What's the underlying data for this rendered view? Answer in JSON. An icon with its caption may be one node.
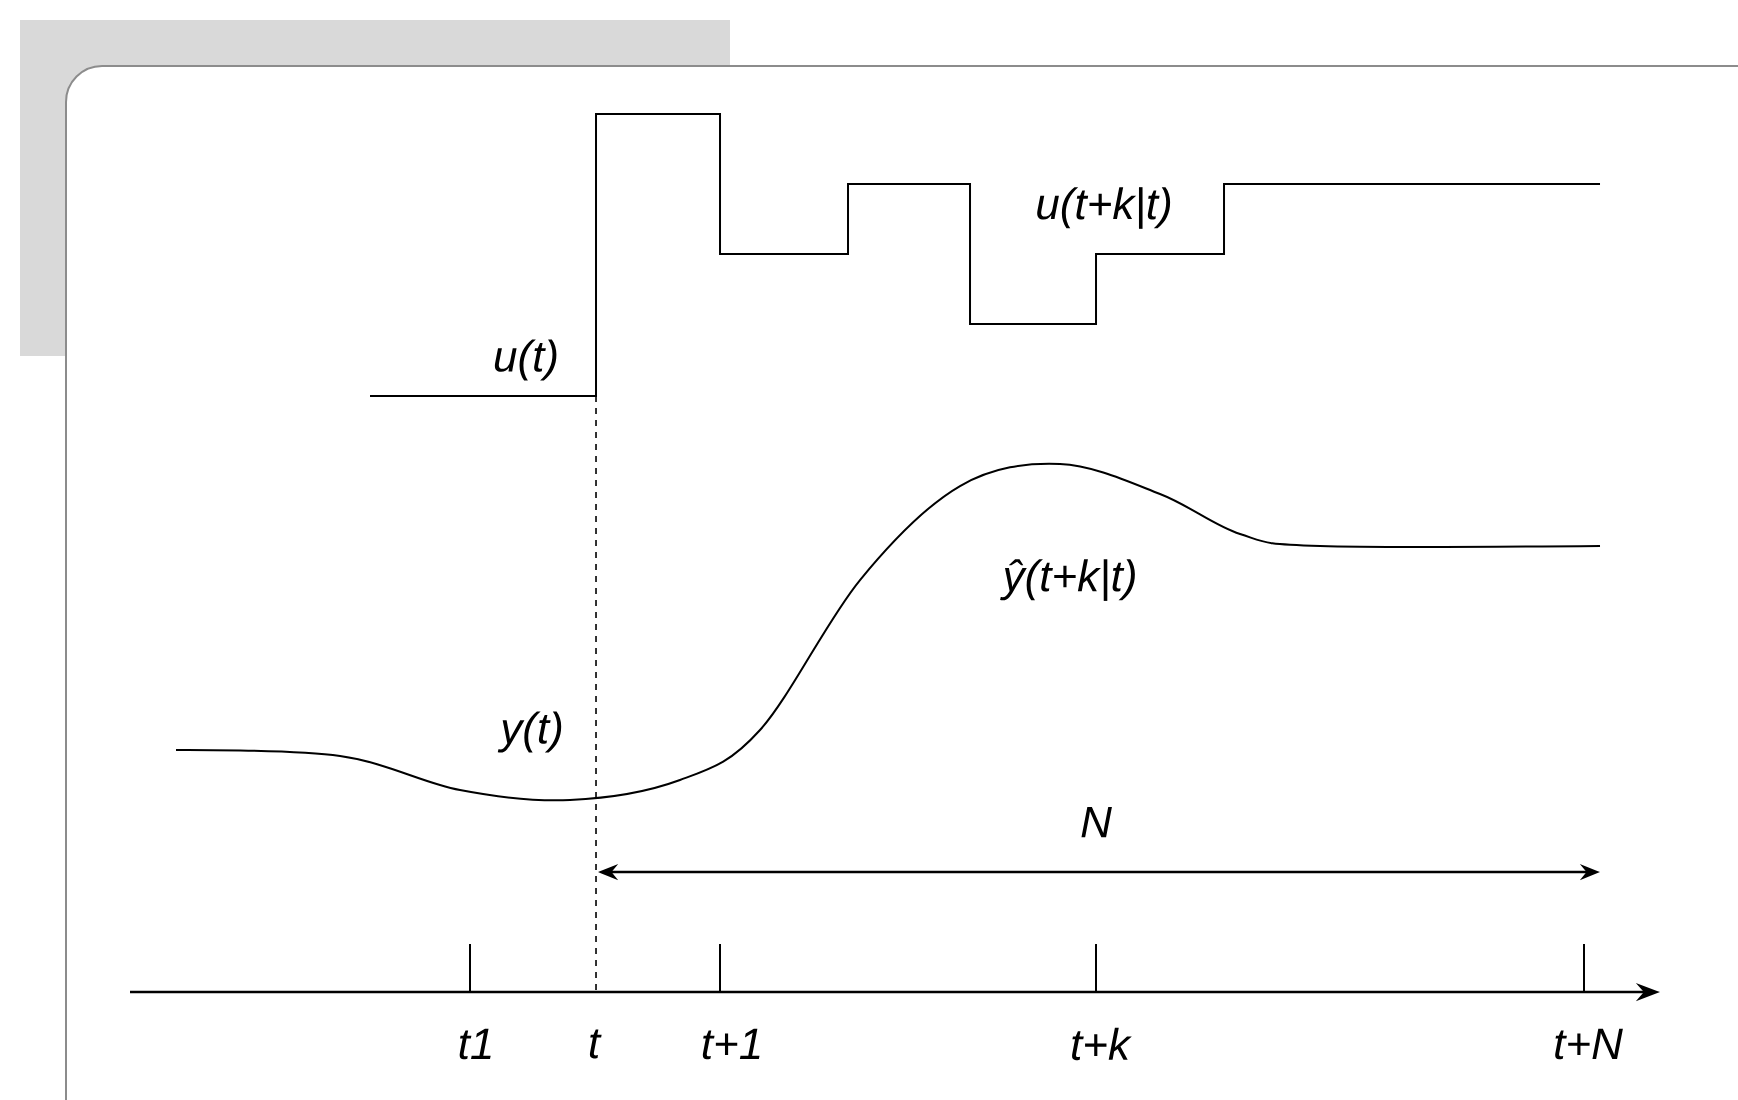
{
  "diagram": {
    "labels": [
      "u(t+k|t)",
      "u(t)",
      "ŷ(t+k|t)",
      "y(t)",
      "N",
      "t1",
      "t",
      "t+1",
      "t+k",
      "t+N"
    ]
  }
}
